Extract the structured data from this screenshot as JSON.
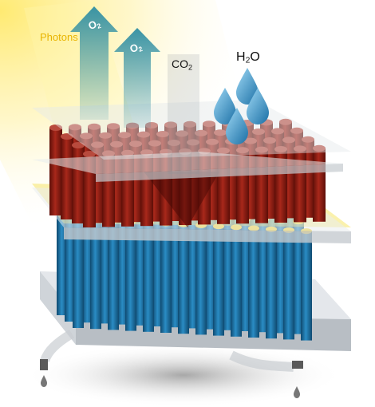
{
  "labels": {
    "photons": "Photons",
    "o2_left": {
      "main": "O",
      "sub": "2"
    },
    "o2_right": {
      "main": "O",
      "sub": "2"
    },
    "co2": {
      "main": "CO",
      "sub": "2"
    },
    "h2o": {
      "pre": "H",
      "sub": "2",
      "post": "O"
    }
  },
  "colors": {
    "sunlight": "#f7d51c",
    "arrow_teal": "#2f8ea3",
    "red_cylinder": "#8e1e14",
    "blue_cylinder": "#1d6fa0",
    "membrane_yellow": "#f4e04a",
    "glass_plate": "#e2e6ea",
    "water_drop": "#2b8fc7"
  },
  "icons": [
    "water-drop-icon",
    "up-arrow-icon",
    "outlet-drip-icon"
  ]
}
